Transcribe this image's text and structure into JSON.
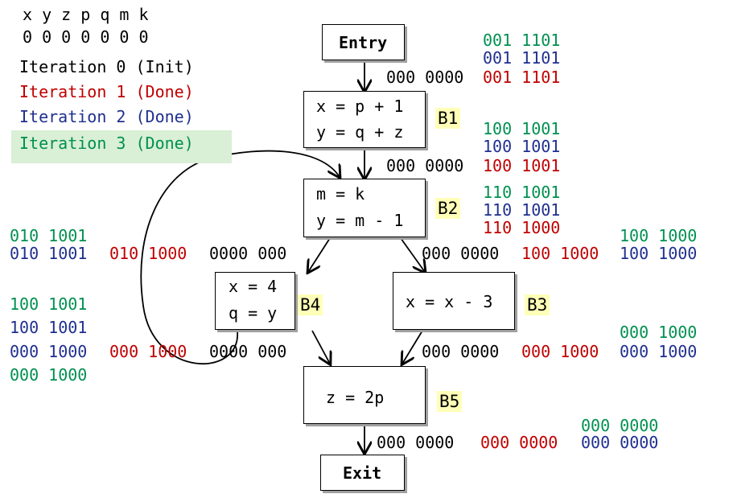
{
  "header": {
    "vars": "x y z p q m k",
    "init": "0 0 0 0 0 0 0"
  },
  "legend": {
    "it0": "Iteration 0 (Init)",
    "it1": "Iteration 1 (Done)",
    "it2": "Iteration 2 (Done)",
    "it3": "Iteration 3 (Done)"
  },
  "nodes": {
    "entry": "Entry",
    "exit": "Exit",
    "b1": {
      "label": "B1",
      "line1": "x = p + 1",
      "line2": "y = q + z"
    },
    "b2": {
      "label": "B2",
      "line1": "m = k",
      "line2": "y = m - 1"
    },
    "b3": {
      "label": "B3",
      "line1": "x = x - 3"
    },
    "b4": {
      "label": "B4",
      "line1": "x = 4",
      "line2": "q = y"
    },
    "b5": {
      "label": "B5",
      "line1": "z = 2p"
    }
  },
  "bits": {
    "entry_b1": {
      "g": "001 1101",
      "b": "001 1101",
      "k": "000 0000",
      "r": "001 1101"
    },
    "b1_b2": {
      "g": "100 1001",
      "b": "100 1001",
      "k": "000 0000",
      "r": "100 1001"
    },
    "b2_right": {
      "g": "110 1001",
      "b": "110 1001",
      "r": "110 1000"
    },
    "b4_in": {
      "g": "010 1001",
      "b": "010 1001",
      "r": "010 1000",
      "k": "0000 000"
    },
    "b3_in": {
      "g": "100 1000",
      "k": "000 0000",
      "r": "100 1000",
      "b": "100 1000"
    },
    "b4_out": {
      "g1": "100 1001",
      "b1": "100 1001",
      "b2": "000 1000",
      "r": "000 1000",
      "k": "0000 000",
      "g2": "000 1000"
    },
    "b3_out": {
      "g": "000 1000",
      "k": "000 0000",
      "r": "000 1000",
      "b": "000 1000"
    },
    "b5_out": {
      "g": "000 0000",
      "k": "000 0000",
      "r": "000 0000",
      "b": "000 0000"
    }
  }
}
